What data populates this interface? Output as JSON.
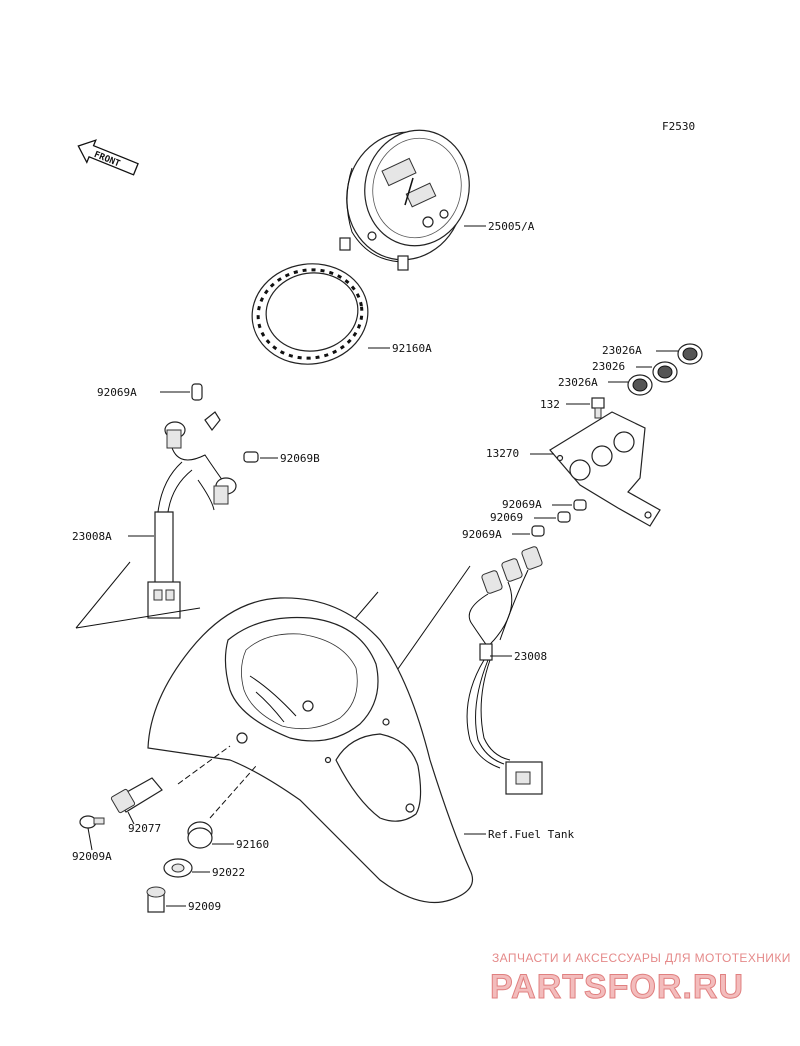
{
  "diagram": {
    "figure_code": "F2530",
    "front_arrow_text": "FRONT",
    "labels": {
      "speedometer": "25005/A",
      "ring": "92160A",
      "bulb_a_left": "92069A",
      "bulb_b": "92069B",
      "harness_left": "23008A",
      "grommet_a1": "23026A",
      "grommet": "23026",
      "grommet_a2": "23026A",
      "bolt_132": "132",
      "bracket": "13270",
      "bulb_a_r1": "92069A",
      "bulb_r": "92069",
      "bulb_a_r2": "92069A",
      "harness_right": "23008",
      "knob": "92077",
      "screw": "92009A",
      "grommet_small": "92160",
      "washer": "92022",
      "bolt": "92009",
      "fuel_tank": "Ref.Fuel Tank"
    }
  },
  "watermark": {
    "tagline": "ЗАПЧАСТИ И АКСЕССУАРЫ ДЛЯ МОТОТЕХНИКИ",
    "brand": "PARTSFOR.RU"
  }
}
